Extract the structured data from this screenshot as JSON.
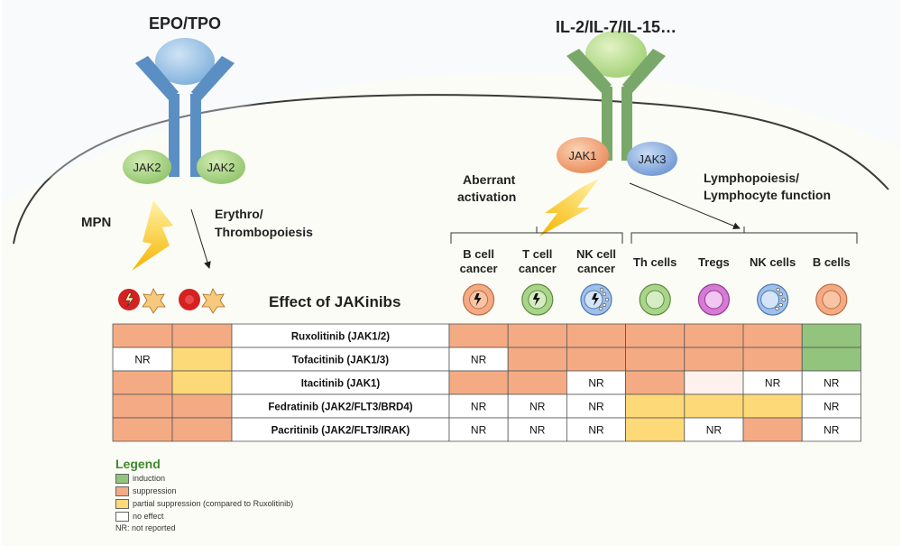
{
  "ligands": {
    "left": "EPO/TPO",
    "right": "IL-2/IL-7/IL-15…"
  },
  "jaks": {
    "left_a": "JAK2",
    "left_b": "JAK2",
    "right_a": "JAK1",
    "right_b": "JAK3"
  },
  "labels": {
    "mpn": "MPN",
    "erythro": [
      "Erythro/",
      "Thrombopoiesis"
    ],
    "aberrant": [
      "Aberrant",
      "activation"
    ],
    "lympho": [
      "Lymphopoiesis/",
      "Lymphocyte function"
    ],
    "effect": "Effect of JAKinibs"
  },
  "colors": {
    "induction": "#92c47d",
    "suppression": "#f4ab84",
    "partial": "#fed978",
    "no_effect": "#fdf2ee",
    "cell_bg": "#fcfcf7",
    "receptor_left": "#5b8fc4",
    "receptor_right": "#7aa86a"
  },
  "columns": [
    {
      "label": [
        "B cell",
        "cancer"
      ],
      "cell": "b-cancer"
    },
    {
      "label": [
        "T cell",
        "cancer"
      ],
      "cell": "t-cancer"
    },
    {
      "label": [
        "NK cell",
        "cancer"
      ],
      "cell": "nk-cancer"
    },
    {
      "label": [
        "Th cells"
      ],
      "cell": "th"
    },
    {
      "label": [
        "Tregs"
      ],
      "cell": "treg"
    },
    {
      "label": [
        "NK cells"
      ],
      "cell": "nk"
    },
    {
      "label": [
        "B cells"
      ],
      "cell": "b"
    }
  ],
  "rows": [
    {
      "drug": "Ruxolitinib (JAK1/2)",
      "left": [
        "suppression",
        "suppression"
      ],
      "right": [
        "suppression",
        "suppression",
        "suppression",
        "suppression",
        "suppression",
        "suppression",
        "induction"
      ]
    },
    {
      "drug": "Tofacitinib (JAK1/3)",
      "left": [
        "NR",
        "partial"
      ],
      "right": [
        "NR",
        "suppression",
        "suppression",
        "suppression",
        "suppression",
        "suppression",
        "induction"
      ]
    },
    {
      "drug": "Itacitinib (JAK1)",
      "left": [
        "suppression",
        "partial"
      ],
      "right": [
        "suppression",
        "suppression",
        "NR",
        "suppression",
        "no_effect",
        "NR",
        "NR"
      ]
    },
    {
      "drug": "Fedratinib (JAK2/FLT3/BRD4)",
      "left": [
        "suppression",
        "suppression"
      ],
      "right": [
        "NR",
        "NR",
        "NR",
        "partial",
        "partial",
        "partial",
        "NR"
      ]
    },
    {
      "drug": "Pacritinib (JAK2/FLT3/IRAK)",
      "left": [
        "suppression",
        "suppression"
      ],
      "right": [
        "NR",
        "NR",
        "NR",
        "partial",
        "NR",
        "suppression",
        "NR"
      ]
    }
  ],
  "legend": {
    "title": "Legend",
    "items": [
      {
        "label": "induction",
        "color": "#92c47d"
      },
      {
        "label": "suppression",
        "color": "#f4ab84"
      },
      {
        "label": "partial suppression (compared to Ruxolitinib)",
        "color": "#fed978"
      },
      {
        "label": "no effect",
        "color": "#ffffff"
      }
    ],
    "nr": "NR: not reported"
  }
}
